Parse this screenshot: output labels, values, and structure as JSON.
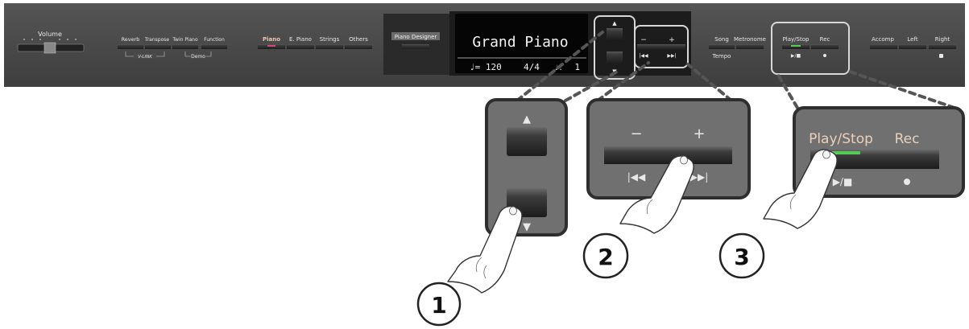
{
  "panel": {
    "volume_label": "Volume",
    "buttons": {
      "reverb": "Reverb",
      "transpose": "Transpose",
      "twin_piano": "Twin Piano",
      "function": "Function",
      "vlink": "V-LINK",
      "demo": "Demo",
      "piano": "Piano",
      "e_piano": "E. Piano",
      "strings": "Strings",
      "others": "Others",
      "piano_designer": "Piano Designer",
      "minus": "−",
      "plus": "+",
      "song": "Song",
      "metronome": "Metronome",
      "tempo": "Tempo",
      "play_stop": "Play/Stop",
      "rec": "Rec",
      "accomp": "Accomp",
      "left": "Left",
      "right": "Right"
    },
    "display": {
      "tone_name": "Grand Piano",
      "tempo_value": "♩= 120",
      "time_signature": "4/4",
      "measure": "1"
    }
  },
  "callouts": {
    "cursor": {
      "step": "1"
    },
    "plus_minus": {
      "step": "2",
      "minus": "−",
      "plus": "+"
    },
    "play_rec": {
      "step": "3",
      "play_stop": "Play/Stop",
      "rec": "Rec"
    }
  },
  "colors": {
    "panel": "#4a4a4a",
    "callout_bg": "#707070",
    "button": "#2a2a2a",
    "label": "#e8e8e8",
    "accent_label": "#e8c8b0",
    "piano_led": "#d24a78",
    "play_led": "#55cc55",
    "highlight_outline": "#d8d8d8"
  }
}
